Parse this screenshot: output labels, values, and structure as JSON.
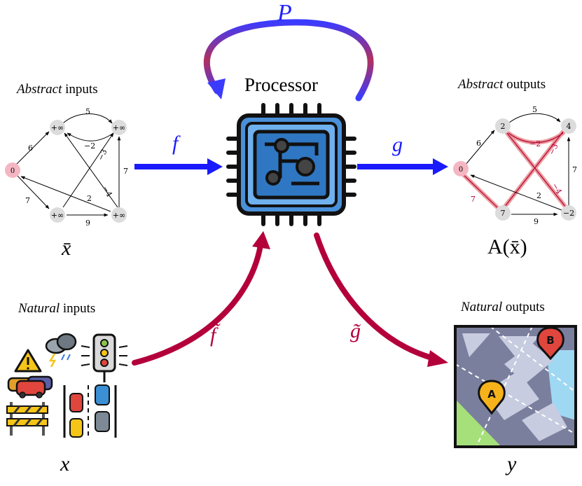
{
  "processor": {
    "title": "Processor",
    "loop_label": "P"
  },
  "abstract_inputs": {
    "title_em": "Abstract",
    "title_rest": " inputs",
    "var": "x̄"
  },
  "abstract_outputs": {
    "title_em": "Abstract",
    "title_rest": " outputs",
    "var": "A(x̄)"
  },
  "natural_inputs": {
    "title_em": "Natural",
    "title_rest": " inputs",
    "var": "x"
  },
  "natural_outputs": {
    "title_em": "Natural",
    "title_rest": " outputs",
    "var": "y"
  },
  "arrows": {
    "f": "f",
    "g": "g",
    "f_tilde": "f̃",
    "g_tilde": "g̃"
  },
  "graph_in": {
    "nodes": [
      "0",
      "+∞",
      "+∞",
      "+∞",
      "+∞"
    ],
    "weights": [
      "6",
      "7",
      "5",
      "−2",
      "−3",
      "−4",
      "2",
      "9",
      "7"
    ]
  },
  "graph_out": {
    "nodes": [
      "0",
      "2",
      "4",
      "7",
      "−2"
    ],
    "weights": [
      "6",
      "7",
      "5",
      "−2",
      "−3",
      "−4",
      "2",
      "9",
      "7"
    ]
  },
  "map": {
    "pin_a": "A",
    "pin_b": "B"
  },
  "colors": {
    "blue": "#1a1aff",
    "crimson": "#b3003b",
    "chip": "#4a90d9",
    "node": "#dcdcdc",
    "source": "#f4b6c2",
    "highlight": "#e88a8a"
  }
}
